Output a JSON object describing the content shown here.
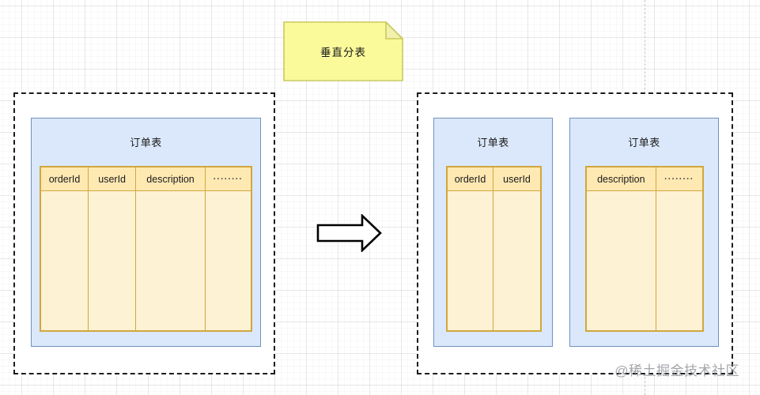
{
  "note": {
    "label": "垂直分表"
  },
  "source": {
    "title": "订单表",
    "columns": [
      "orderId",
      "userId",
      "description",
      "········"
    ]
  },
  "result": {
    "tables": [
      {
        "title": "订单表",
        "columns": [
          "orderId",
          "userId"
        ]
      },
      {
        "title": "订单表",
        "columns": [
          "description",
          "········"
        ]
      }
    ]
  },
  "watermark": "@稀土掘金技术社区",
  "colors": {
    "note_fill": "#fafa9b",
    "note_stroke": "#c9c95e",
    "table_fill": "#dbe8fc",
    "table_stroke": "#7191bc",
    "cell_header_fill": "#ffe9b3",
    "cell_body_fill": "#fdf2d4",
    "cell_stroke": "#d2a63e",
    "group_border": "#1c1c1c"
  }
}
